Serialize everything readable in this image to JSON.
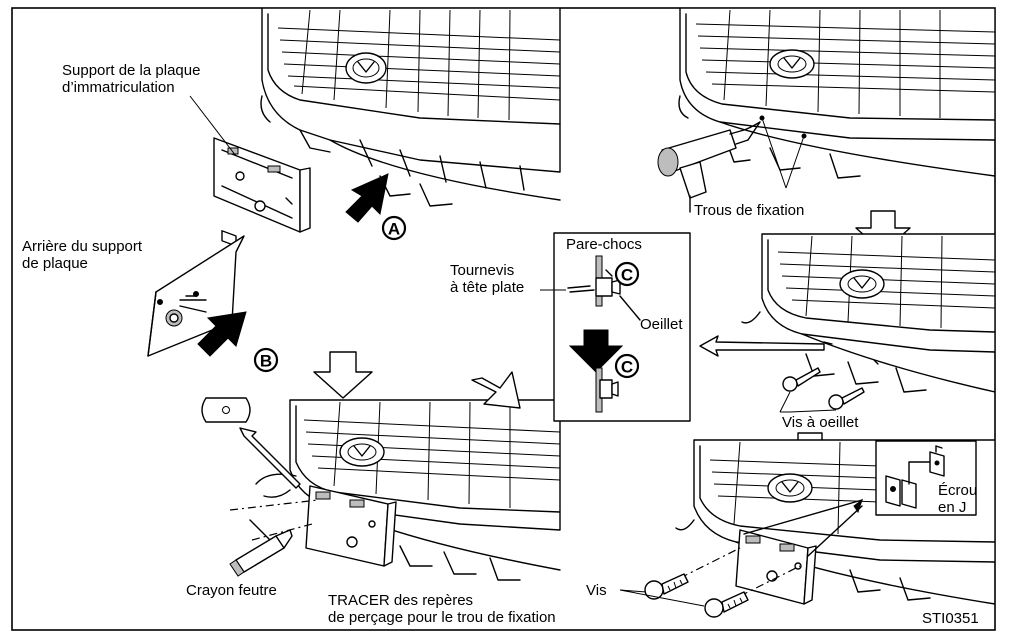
{
  "labels": {
    "support_plaque": [
      "Support de la plaque",
      "d’immatriculation"
    ],
    "arriere_support": [
      "Arrière du support",
      "de plaque"
    ],
    "crayon": "Crayon feutre",
    "tracer": [
      "TRACER des repères",
      "de perçage pour le trou de fixation"
    ],
    "trous": "Trous de fixation",
    "pare_chocs": "Pare-chocs",
    "tournevis": [
      "Tournevis",
      "à tête plate"
    ],
    "oeillet": "Oeillet",
    "vis_oeillet": "Vis à oeillet",
    "ecrou": [
      "Écrou",
      "en J"
    ],
    "vis": "Vis",
    "ref": "STI0351"
  },
  "callouts": {
    "a": "A",
    "b": "B",
    "c1": "C",
    "c2": "C"
  }
}
